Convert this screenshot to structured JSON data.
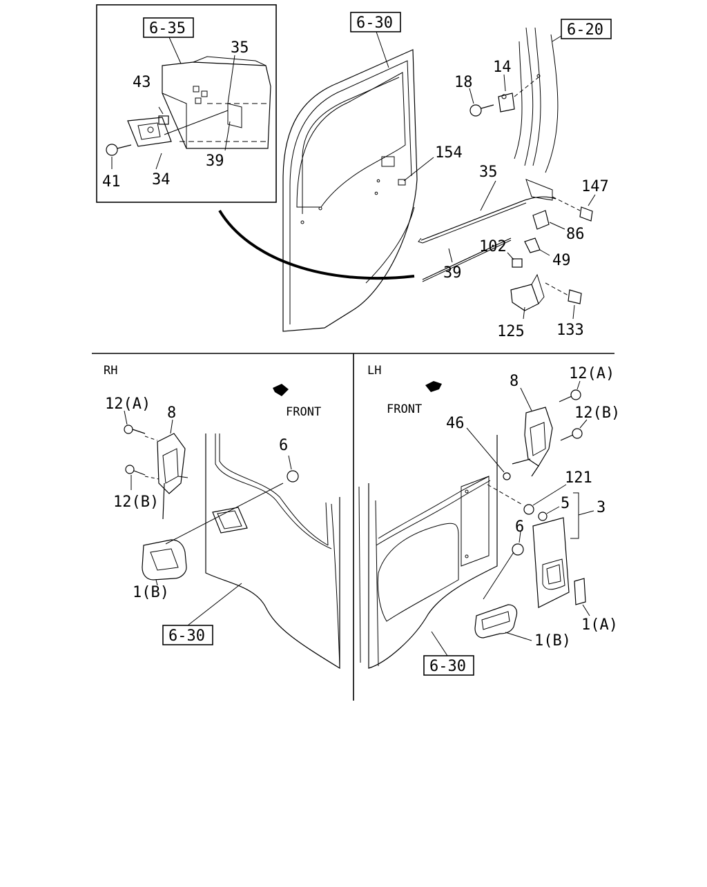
{
  "references": {
    "inset_ref": "6-35",
    "door_ref_top": "6-30",
    "pillar_ref": "6-20",
    "door_ref_rh": "6-30",
    "door_ref_lh": "6-30"
  },
  "inset_callouts": {
    "c35": "35",
    "c43": "43",
    "c41": "41",
    "c34": "34",
    "c39": "39"
  },
  "top_callouts": {
    "c18": "18",
    "c14": "14",
    "c154": "154",
    "c35": "35",
    "c147": "147",
    "c86": "86",
    "c102": "102",
    "c49": "49",
    "c39": "39",
    "c125": "125",
    "c133": "133"
  },
  "rh": {
    "section_label": "RH",
    "front_label": "FRONT",
    "c12a": "12(A)",
    "c8": "8",
    "c6": "6",
    "c12b": "12(B)",
    "c1b": "1(B)"
  },
  "lh": {
    "section_label": "LH",
    "front_label": "FRONT",
    "c8": "8",
    "c12a": "12(A)",
    "c12b": "12(B)",
    "c46": "46",
    "c121": "121",
    "c5": "5",
    "c3": "3",
    "c6": "6",
    "c1a": "1(A)",
    "c1b": "1(B)"
  }
}
